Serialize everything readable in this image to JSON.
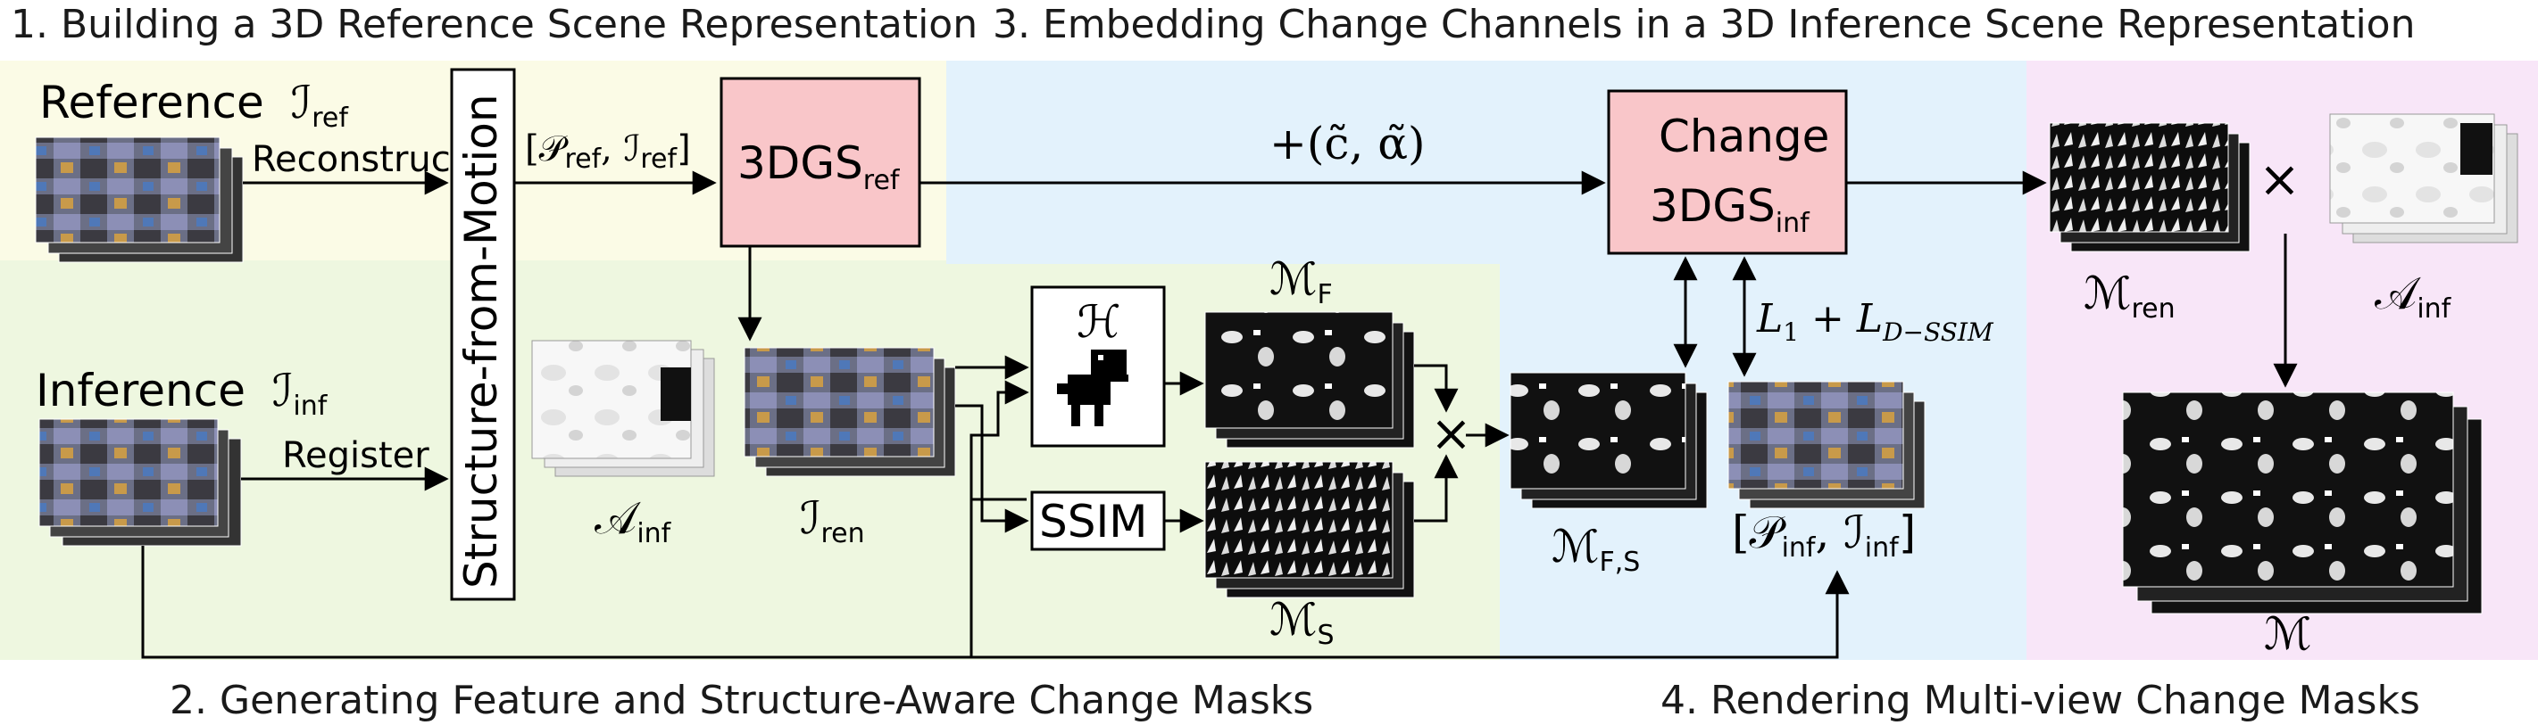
{
  "titles": {
    "step1": "1. Building a 3D Reference Scene Representation",
    "step2": "2. Generating Feature and Structure-Aware Change Masks",
    "step3": "3. Embedding Change Channels in a 3D Inference Scene Representation",
    "step4": "4. Rendering Multi-view Change Masks"
  },
  "inputs": {
    "reference_word": "Reference",
    "reference_sym": "ℐ",
    "reference_sub": "ref",
    "inference_word": "Inference",
    "inference_sym": "ℐ",
    "inference_sub": "inf"
  },
  "edges": {
    "reconstruct": "Reconstruct",
    "register": "Register",
    "pref_sym1": "[𝒫",
    "pref_sub1": "ref",
    "pref_sym2": ", ℐ",
    "pref_sub2": "ref",
    "pref_close": "]",
    "change_params": "+(c̃, α̃)",
    "loss_main": "L",
    "loss_sub1": "1",
    "loss_plus": " + L",
    "loss_sub2": "D−SSIM"
  },
  "blocks": {
    "sfm": "Structure-from-Motion",
    "gs_ref_main": "3DGS",
    "gs_ref_sub": "ref",
    "change_line1": "Change",
    "change_line2_main": "3DGS",
    "change_line2_sub": "inf",
    "dino_sym": "ℋ",
    "ssim": "SSIM"
  },
  "labels": {
    "a_inf_sym": "𝒜",
    "a_inf_sub": "inf",
    "i_ren_sym": "ℐ",
    "i_ren_sub": "ren",
    "m_f_sym": "ℳ",
    "m_f_sub": "F",
    "m_s_sym": "ℳ",
    "m_s_sub": "S",
    "m_fs_sym": "ℳ",
    "m_fs_sub": "F,S",
    "pinf_open": "[𝒫",
    "pinf_sub1": "inf",
    "pinf_mid": ", ℐ",
    "pinf_sub2": "inf",
    "pinf_close": "]",
    "m_ren_sym": "ℳ",
    "m_ren_sub": "ren",
    "a_inf2_sym": "𝒜",
    "a_inf2_sub": "inf",
    "m_final": "ℳ",
    "times1": "×",
    "times2": "×"
  },
  "colors": {
    "region1": "#fbfbe6",
    "region2": "#eef7e0",
    "region3": "#e3f2fc",
    "region4": "#f8e6f8",
    "block_pink": "#f9c6c9"
  }
}
